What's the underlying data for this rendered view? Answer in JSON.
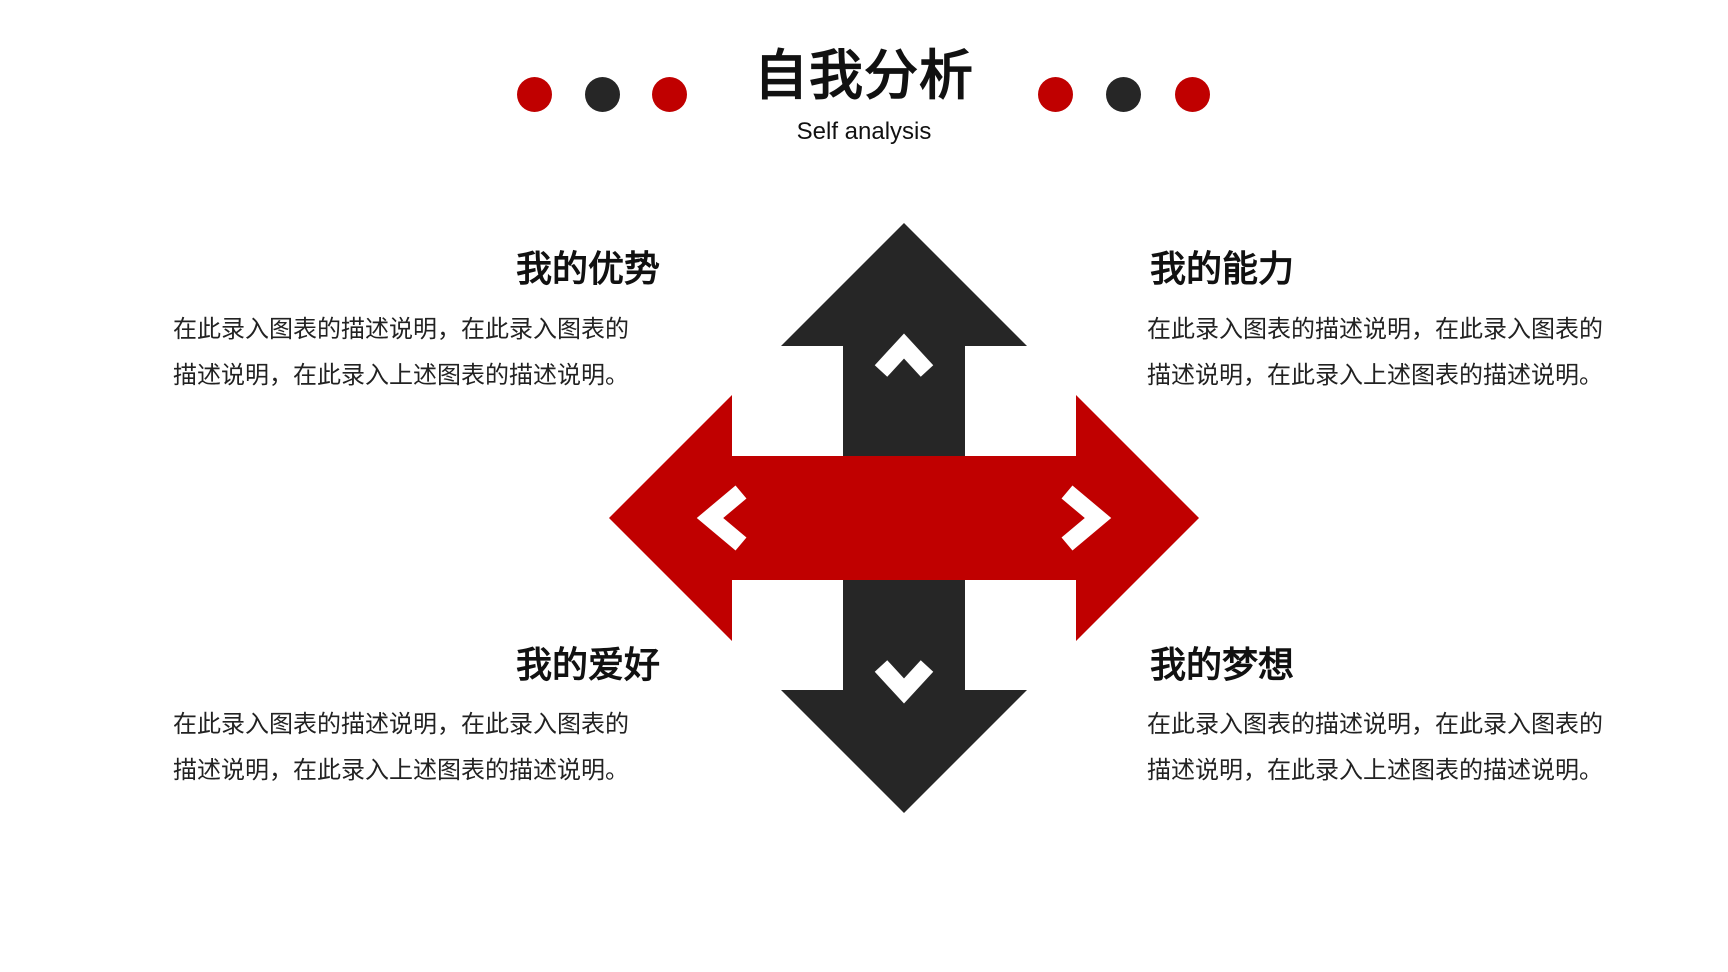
{
  "header": {
    "title": "自我分析",
    "subtitle": "Self analysis"
  },
  "colors": {
    "accent_red": "#c00000",
    "dark": "#262626",
    "white": "#ffffff"
  },
  "decor": {
    "left_dots": [
      "#c00000",
      "#262626",
      "#c00000"
    ],
    "right_dots": [
      "#c00000",
      "#262626",
      "#c00000"
    ]
  },
  "quadrants": {
    "top_left": {
      "title": "我的优势",
      "line1": "在此录入图表的描述说明，在此录入图表的",
      "line2": "描述说明，在此录入上述图表的描述说明。"
    },
    "top_right": {
      "title": "我的能力",
      "line1": "在此录入图表的描述说明，在此录入图表的",
      "line2": "描述说明，在此录入上述图表的描述说明。"
    },
    "bottom_left": {
      "title": "我的爱好",
      "line1": "在此录入图表的描述说明，在此录入图表的",
      "line2": "描述说明，在此录入上述图表的描述说明。"
    },
    "bottom_right": {
      "title": "我的梦想",
      "line1": "在此录入图表的描述说明，在此录入图表的",
      "line2": "描述说明，在此录入上述图表的描述说明。"
    }
  },
  "icons": {
    "up_arrow": "chevron-up-icon",
    "down_arrow": "chevron-down-icon",
    "left_arrow": "chevron-left-icon",
    "right_arrow": "chevron-right-icon"
  }
}
